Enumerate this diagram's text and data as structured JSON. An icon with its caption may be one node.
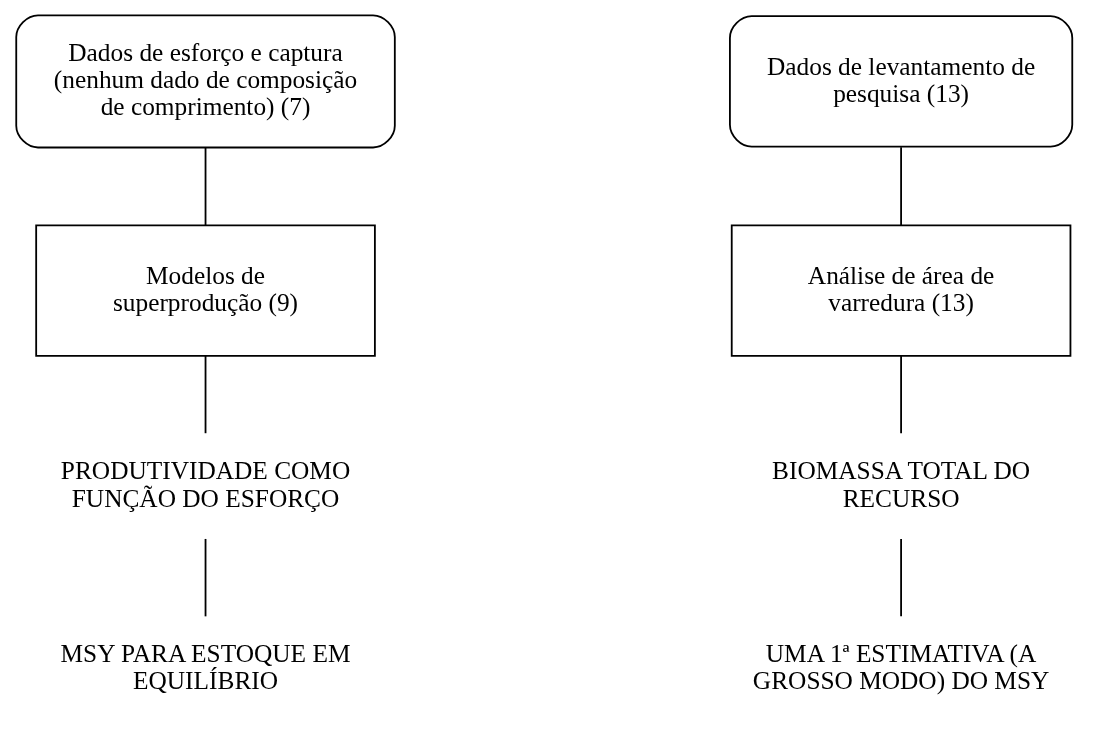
{
  "diagram": {
    "nodes": [
      {
        "text": [
          "Dados de esforço e captura (nenhum dado de composição de comprimento) (7)"
        ]
      },
      {
        "text": [
          "Modelos de superprodução (9)"
        ]
      },
      {
        "text": [
          "PRODUTIVIDADE COMO FUNÇÃO DO ESFORÇO"
        ]
      },
      {
        "text": [
          "MSY PARA ESTOQUE EM EQUILÍBRIO"
        ]
      },
      {
        "text": [
          "Dados de levantamento de pesquisa (13)"
        ]
      },
      {
        "text": [
          "Análise de área de varredura (13)"
        ]
      },
      {
        "text": [
          "BIOMASSA TOTAL DO RECURSO"
        ]
      },
      {
        "text": [
          "UMA 1ª ESTIMATIVA (A GROSSO MODO) DO MSY"
        ]
      }
    ],
    "edges": [
      {
        "from": 0,
        "to": 1,
        "arrow": "none"
      },
      {
        "from": 1,
        "to": 2,
        "arrow": "none"
      },
      {
        "from": 2,
        "to": 3,
        "arrow": "none"
      },
      {
        "from": 4,
        "to": 5,
        "arrow": "none"
      },
      {
        "from": 5,
        "to": 6,
        "arrow": "none"
      },
      {
        "from": 6,
        "to": 7,
        "arrow": "none"
      }
    ]
  }
}
